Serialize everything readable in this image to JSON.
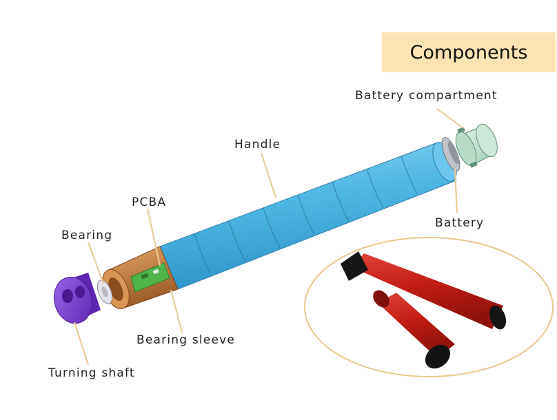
{
  "title": "Components",
  "labels": {
    "battery_compartment": "Battery compartment",
    "handle": "Handle",
    "pcba": "PCBA",
    "battery": "Battery",
    "bearing": "Bearing",
    "bearing_sleeve": "Bearing sleeve",
    "turning_shaft": "Turning shaft"
  },
  "colors": {
    "handle": "#4fb8e4",
    "bearing_sleeve": "#c07a3c",
    "pcba": "#4fb54a",
    "turning_shaft": "#7b3fd0",
    "battery_compartment": "#c8e6d5",
    "product_photo": "#c21d14",
    "title_box": "#fbe3b4",
    "leader_line": "#e9cc98"
  }
}
